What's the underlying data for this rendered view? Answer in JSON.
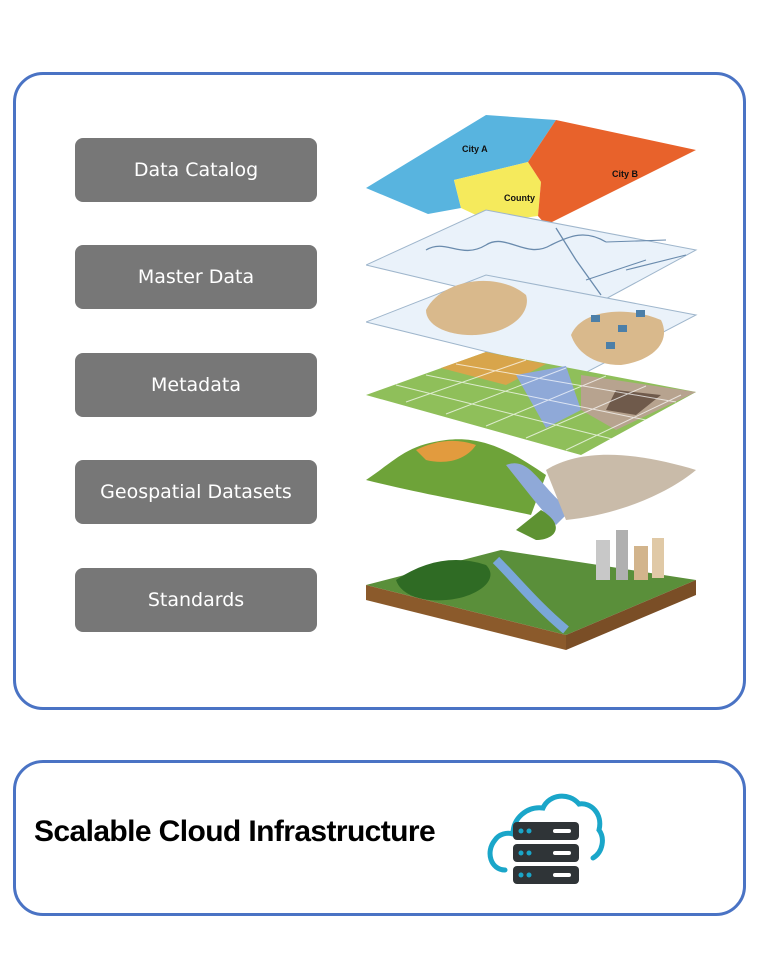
{
  "layers": [
    {
      "label": "Data Catalog"
    },
    {
      "label": "Master Data"
    },
    {
      "label": "Metadata"
    },
    {
      "label": "Geospatial Datasets"
    },
    {
      "label": "Standards"
    }
  ],
  "map_labels": {
    "city_a": "City A",
    "city_b": "City B",
    "county": "County"
  },
  "infrastructure": {
    "title": "Scalable Cloud Infrastructure",
    "icon": "cloud-server-icon"
  },
  "colors": {
    "panel_border": "#4a73c4",
    "button_fill": "#777777",
    "button_text": "#ffffff",
    "city_a": "#58b4df",
    "city_b": "#e8622b",
    "county": "#f5ea5c"
  }
}
